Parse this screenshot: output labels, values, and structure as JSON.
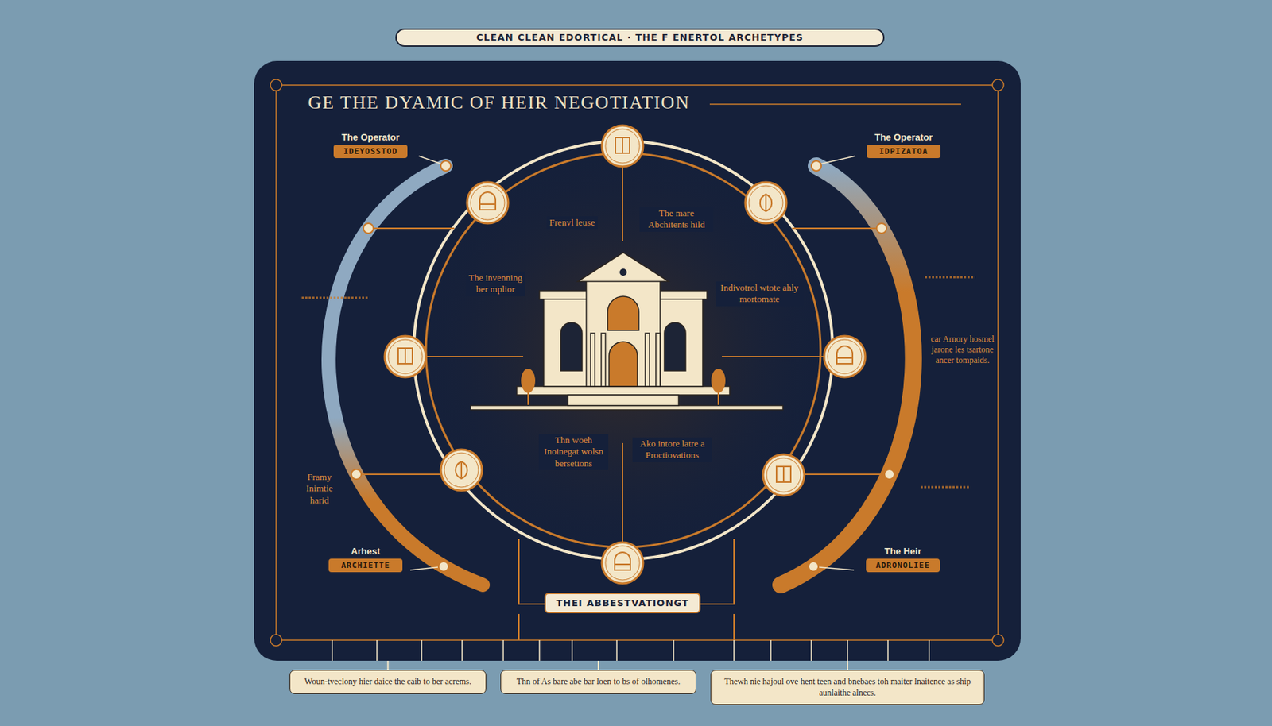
{
  "diagram": {
    "title": "CLEAN CLEAN EDORTICAL · THE F ENERTOL ARCHETYPES",
    "nodes": [
      {
        "text": [
          "GE THE DYAMIC OF HEIR NEGOTIATION"
        ]
      },
      {
        "text": [
          "The Operator",
          "IDEYOSSTOD"
        ],
        "in": 0
      },
      {
        "text": [
          "The Operator",
          "IDPIZATOA"
        ],
        "in": 0
      },
      {
        "text": [
          "Arhest",
          "ARCHIETTE"
        ],
        "in": 0
      },
      {
        "text": [
          "The Heir",
          "ADRONOLIEE"
        ],
        "in": 0
      },
      {
        "text": [
          "THEI ABBESTVATIONGT"
        ],
        "in": 0
      },
      {
        "text": [
          "Woun-tveclony hier daice the caib to ber acrems."
        ]
      },
      {
        "text": [
          "Thn of As bare abe bar loen to bs of olhomenes."
        ]
      },
      {
        "text": [
          "Thewh nie hajoul ove hent teen and bnebaes toh maiter lnaitence as ship aunlaithe alnecs."
        ]
      }
    ],
    "edges": [
      {
        "from": 0,
        "to": 6,
        "arrow": "none"
      },
      {
        "from": 0,
        "to": 7,
        "arrow": "none"
      },
      {
        "from": 0,
        "to": 8,
        "arrow": "none"
      }
    ],
    "labels": [
      "Frenvl leuse",
      "The mare Abchitents hild",
      "The invenning ber mplior",
      "Indivotrol wtote ahly mortomate",
      "Thn woeh Inoinegat wolsn bersetions",
      "Ako intore latre a Proctiovations",
      "Framy Inimtie harid",
      "car Arnory hosmel jarone les tsartone ancer tompaids."
    ]
  }
}
